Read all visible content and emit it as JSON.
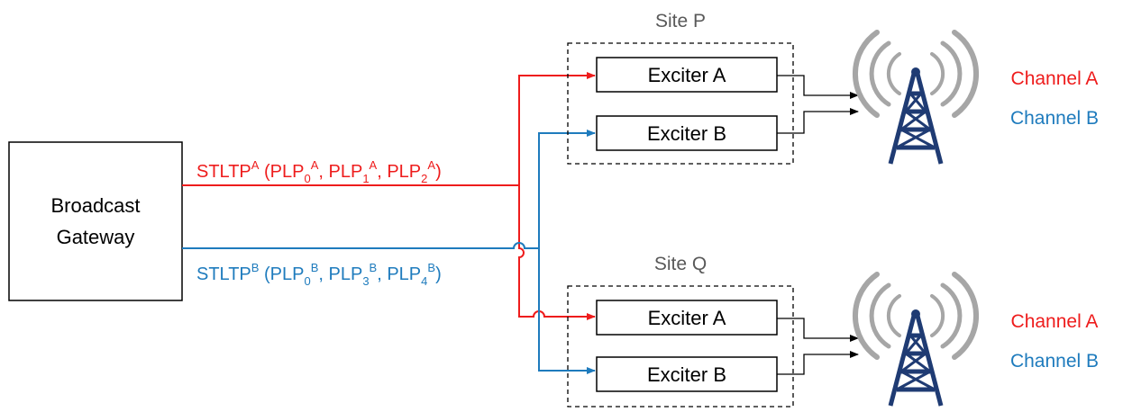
{
  "colors": {
    "channel_a": "#ee1c1c",
    "channel_b": "#1e7bbd",
    "tower": "#1f3b73",
    "waves": "#a6a6a6",
    "site_label": "#595959"
  },
  "gateway": {
    "line1": "Broadcast",
    "line2": "Gateway"
  },
  "streams": {
    "a": {
      "prefix": "STLTP",
      "sup": "A",
      "items": [
        {
          "base": "PLP",
          "sub": "0",
          "sup": "A"
        },
        {
          "base": "PLP",
          "sub": "1",
          "sup": "A"
        },
        {
          "base": "PLP",
          "sub": "2",
          "sup": "A"
        }
      ]
    },
    "b": {
      "prefix": "STLTP",
      "sup": "B",
      "items": [
        {
          "base": "PLP",
          "sub": "0",
          "sup": "B"
        },
        {
          "base": "PLP",
          "sub": "3",
          "sup": "B"
        },
        {
          "base": "PLP",
          "sub": "4",
          "sup": "B"
        }
      ]
    }
  },
  "sites": [
    {
      "name": "Site P",
      "exciters": [
        "Exciter A",
        "Exciter B"
      ],
      "channels": [
        "Channel A",
        "Channel B"
      ]
    },
    {
      "name": "Site Q",
      "exciters": [
        "Exciter A",
        "Exciter B"
      ],
      "channels": [
        "Channel A",
        "Channel B"
      ]
    }
  ],
  "icons": [
    "broadcast-tower-icon"
  ]
}
